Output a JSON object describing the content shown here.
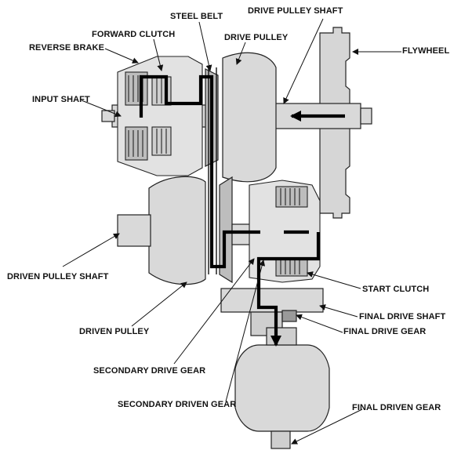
{
  "labels": {
    "steel_belt": "STEEL BELT",
    "drive_pulley_shaft": "DRIVE PULLEY SHAFT",
    "forward_clutch": "FORWARD CLUTCH",
    "drive_pulley": "DRIVE PULLEY",
    "reverse_brake": "REVERSE BRAKE",
    "flywheel": "FLYWHEEL",
    "input_shaft": "INPUT SHAFT",
    "driven_pulley_shaft": "DRIVEN PULLEY SHAFT",
    "start_clutch": "START CLUTCH",
    "driven_pulley": "DRIVEN PULLEY",
    "final_drive_shaft": "FINAL DRIVE SHAFT",
    "final_drive_gear": "FINAL DRIVE GEAR",
    "secondary_drive_gear": "SECONDARY DRIVE GEAR",
    "secondary_driven_gear": "SECONDARY DRIVEN GEAR",
    "final_driven_gear": "FINAL DRIVEN GEAR"
  },
  "colors": {
    "ink": "#111111",
    "part_fill": "#d9d9d9",
    "part_dark": "#9a9a9a",
    "power_flow": "#000000"
  }
}
